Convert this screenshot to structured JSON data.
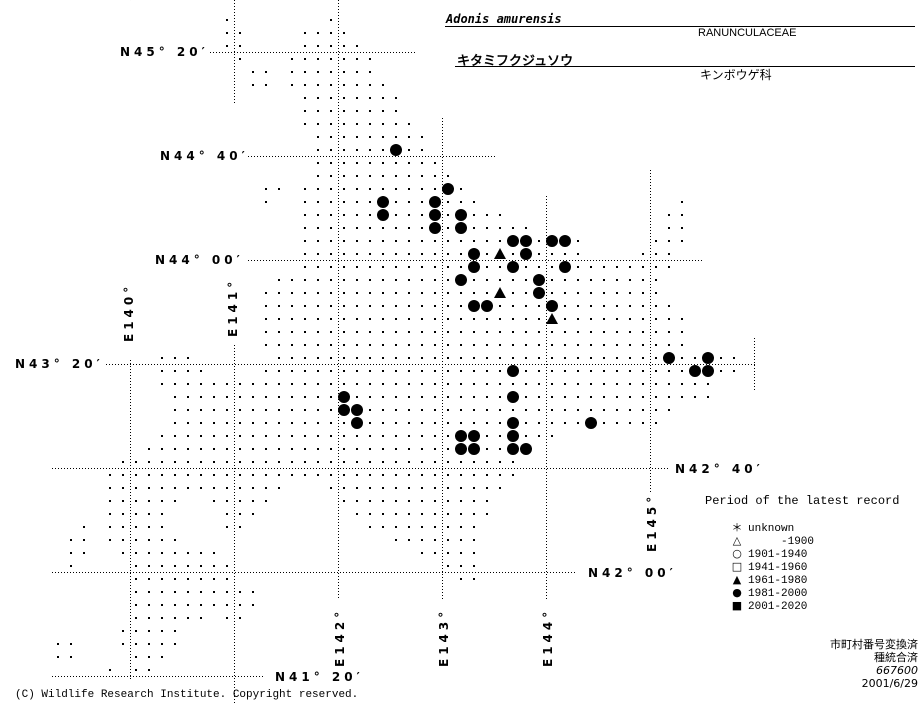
{
  "header": {
    "scientific_name": "Adonis amurensis",
    "family_latin": "RANUNCULACEAE",
    "japanese_name": "キタミフクジュソウ",
    "family_japanese": "キンボウゲ科"
  },
  "coordinates": {
    "lat": [
      "N45° 20′",
      "N44° 40′",
      "N44° 00′",
      "N43° 20′",
      "N42° 40′",
      "N42° 00′",
      "N41° 20′"
    ],
    "lon": [
      "E140°",
      "E141°",
      "E142°",
      "E143°",
      "E144°",
      "E145°"
    ]
  },
  "legend": {
    "title": "Period of the latest record",
    "items": [
      {
        "icon": "asterisk-icon",
        "symbol": "＊",
        "label": "unknown"
      },
      {
        "icon": "open-triangle-icon",
        "symbol": "△",
        "label": "     -1900"
      },
      {
        "icon": "open-circle-icon",
        "symbol": "○",
        "label": "1901-1940"
      },
      {
        "icon": "open-square-icon",
        "symbol": "□",
        "label": "1941-1960"
      },
      {
        "icon": "filled-triangle-icon",
        "symbol": "▲",
        "label": "1961-1980"
      },
      {
        "icon": "filled-circle-icon",
        "symbol": "●",
        "label": "1981-2000"
      },
      {
        "icon": "filled-square-icon",
        "symbol": "■",
        "label": "2001-2020"
      }
    ]
  },
  "footer": {
    "line1": "市町村番号変換済",
    "line2": "種統合済",
    "code": "667600",
    "date": "2001/6/29"
  },
  "copyright": "(C) Wildlife Research Institute. Copyright reserved.",
  "mesh": {
    "land_rows": [
      [
        [
          0,
          0
        ],
        [
          8,
          8
        ]
      ],
      [
        [
          0,
          1
        ],
        [
          6,
          9
        ]
      ],
      [
        [
          0,
          1
        ],
        [
          6,
          10
        ]
      ],
      [
        [
          1,
          1
        ],
        [
          5,
          11
        ]
      ],
      [
        [
          2,
          3
        ],
        [
          5,
          11
        ]
      ],
      [
        [
          2,
          3
        ],
        [
          5,
          12
        ]
      ],
      [
        [
          6,
          13
        ]
      ],
      [
        [
          6,
          13
        ]
      ],
      [
        [
          6,
          14
        ]
      ],
      [
        [
          7,
          15
        ]
      ],
      [
        [
          7,
          15
        ]
      ],
      [
        [
          7,
          16
        ]
      ],
      [
        [
          7,
          17
        ]
      ],
      [
        [
          3,
          4
        ],
        [
          6,
          18
        ]
      ],
      [
        [
          3,
          3
        ],
        [
          6,
          19
        ],
        [
          35,
          35
        ]
      ],
      [
        [
          6,
          21
        ],
        [
          34,
          35
        ]
      ],
      [
        [
          6,
          23
        ],
        [
          34,
          35
        ]
      ],
      [
        [
          6,
          27
        ],
        [
          33,
          35
        ]
      ],
      [
        [
          6,
          27
        ],
        [
          32,
          34
        ]
      ],
      [
        [
          6,
          34
        ]
      ],
      [
        [
          4,
          33
        ]
      ],
      [
        [
          3,
          33
        ]
      ],
      [
        [
          3,
          34
        ]
      ],
      [
        [
          3,
          35
        ]
      ],
      [
        [
          3,
          35
        ]
      ],
      [
        [
          3,
          35
        ]
      ],
      [
        [
          -5,
          -3
        ],
        [
          4,
          39
        ]
      ],
      [
        [
          -5,
          -2
        ],
        [
          3,
          39
        ]
      ],
      [
        [
          -5,
          37
        ]
      ],
      [
        [
          -4,
          37
        ]
      ],
      [
        [
          -4,
          34
        ]
      ],
      [
        [
          -4,
          33
        ]
      ],
      [
        [
          -5,
          25
        ]
      ],
      [
        [
          -6,
          23
        ]
      ],
      [
        [
          -8,
          22
        ]
      ],
      [
        [
          -9,
          22
        ]
      ],
      [
        [
          -9,
          4
        ],
        [
          8,
          21
        ]
      ],
      [
        [
          -9,
          -4
        ],
        [
          -1,
          3
        ],
        [
          9,
          20
        ]
      ],
      [
        [
          -9,
          -5
        ],
        [
          0,
          2
        ],
        [
          10,
          20
        ]
      ],
      [
        [
          -11,
          -11
        ],
        [
          -9,
          -5
        ],
        [
          0,
          1
        ],
        [
          11,
          19
        ]
      ],
      [
        [
          -12,
          -11
        ],
        [
          -9,
          -4
        ],
        [
          13,
          19
        ]
      ],
      [
        [
          -12,
          -11
        ],
        [
          -8,
          -1
        ],
        [
          15,
          19
        ]
      ],
      [
        [
          -12,
          -12
        ],
        [
          -7,
          0
        ],
        [
          17,
          19
        ]
      ],
      [
        [
          -7,
          0
        ],
        [
          18,
          19
        ]
      ],
      [
        [
          -7,
          2
        ]
      ],
      [
        [
          -7,
          2
        ]
      ],
      [
        [
          -7,
          -2
        ],
        [
          0,
          1
        ]
      ],
      [
        [
          -8,
          -4
        ]
      ],
      [
        [
          -13,
          -12
        ],
        [
          -8,
          -4
        ]
      ],
      [
        [
          -13,
          -12
        ],
        [
          -7,
          -5
        ]
      ],
      [
        [
          -9,
          -9
        ],
        [
          -7,
          -6
        ]
      ]
    ],
    "records_1981_2000": [
      [
        10,
        13
      ],
      [
        13,
        17
      ],
      [
        14,
        12
      ],
      [
        14,
        16
      ],
      [
        15,
        12
      ],
      [
        15,
        16
      ],
      [
        15,
        18
      ],
      [
        16,
        16
      ],
      [
        16,
        18
      ],
      [
        17,
        22
      ],
      [
        17,
        23
      ],
      [
        17,
        25
      ],
      [
        17,
        26
      ],
      [
        18,
        19
      ],
      [
        18,
        23
      ],
      [
        19,
        19
      ],
      [
        19,
        22
      ],
      [
        19,
        26
      ],
      [
        20,
        18
      ],
      [
        20,
        24
      ],
      [
        21,
        24
      ],
      [
        22,
        19
      ],
      [
        22,
        20
      ],
      [
        22,
        25
      ],
      [
        26,
        34
      ],
      [
        26,
        37
      ],
      [
        27,
        22
      ],
      [
        27,
        36
      ],
      [
        27,
        37
      ],
      [
        29,
        9
      ],
      [
        29,
        22
      ],
      [
        30,
        9
      ],
      [
        30,
        10
      ],
      [
        31,
        10
      ],
      [
        31,
        22
      ],
      [
        31,
        28
      ],
      [
        32,
        18
      ],
      [
        32,
        19
      ],
      [
        32,
        22
      ],
      [
        33,
        18
      ],
      [
        33,
        19
      ],
      [
        33,
        22
      ],
      [
        33,
        23
      ]
    ],
    "records_1961_1980": [
      [
        18,
        21
      ],
      [
        21,
        21
      ],
      [
        23,
        25
      ]
    ]
  }
}
